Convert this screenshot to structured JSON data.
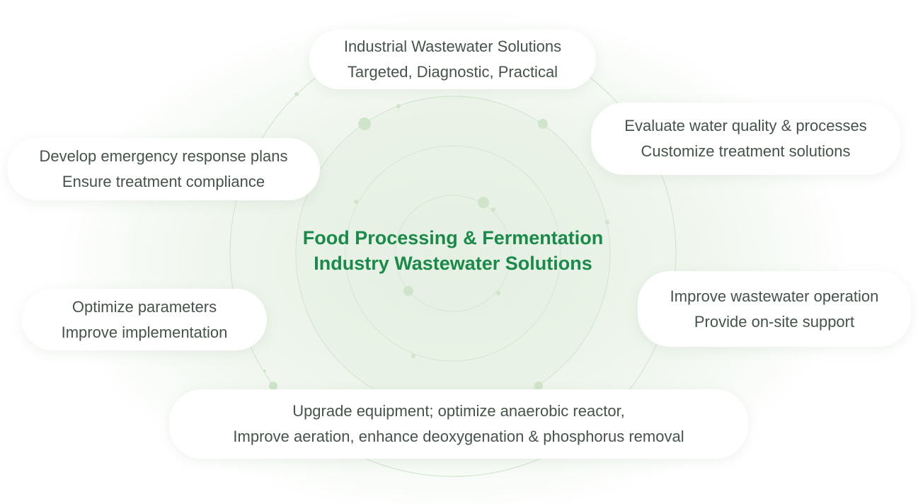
{
  "center": {
    "line1": "Food Processing & Fermentation",
    "line2": "Industry Wastewater Solutions"
  },
  "nodes": [
    {
      "line1": "Industrial Wastewater Solutions",
      "line2": "Targeted, Diagnostic, Practical"
    },
    {
      "line1": "Evaluate water quality & processes",
      "line2": "Customize treatment solutions"
    },
    {
      "line1": "Develop emergency response plans",
      "line2": "Ensure treatment compliance"
    },
    {
      "line1": "Optimize parameters",
      "line2": "Improve implementation"
    },
    {
      "line1": "Improve wastewater operation",
      "line2": "Provide on-site support"
    },
    {
      "line1": "Upgrade equipment; optimize anaerobic reactor,",
      "line2": "Improve aeration, enhance deoxygenation & phosphorus removal"
    }
  ],
  "colors": {
    "accent": "#1a8a4a",
    "text": "#45534a",
    "ring": "#d6e8d2"
  }
}
